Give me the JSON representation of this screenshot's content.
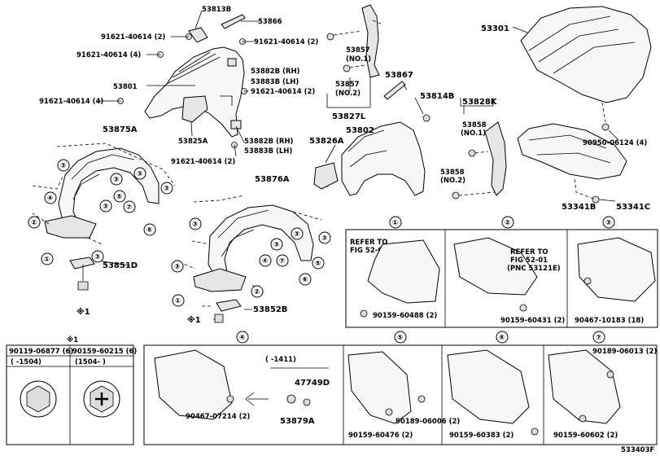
{
  "diagram_id": "53340​3F",
  "callout_labels": {
    "c53813b": "53813B",
    "c53866": "53866",
    "c91621_a": "91621-40614 (2)",
    "c91621_b": "91621-40614 (2)",
    "c91621_c": "91621-40614 (4)",
    "c91621_d": "91621-40614 (4)",
    "c91621_e": "91621-40614 (2)",
    "c91621_f": "91621-40614 (2)",
    "c53882b_rh_top": "53882B (RH)",
    "c53883b_lh_top": "53883B (LH)",
    "c53801": "53801",
    "c53825a": "53825A",
    "c53882b_rh_bot": "53882B (RH)",
    "c53883b_lh_bot": "53883B (LH)",
    "c53875a": "53875A",
    "c53851d": "53851D",
    "c53876a": "53876A",
    "c53852b": "53852B",
    "c53857_no1": "53857",
    "c53857_no1_sub": "(NO.1)",
    "c53857_no2": "53857",
    "c53857_no2_sub": "(NO.2)",
    "c53827l": "53827L",
    "c53867": "53867",
    "c53814b": "53814B",
    "c53802": "53802",
    "c53826a": "53826A",
    "c53828k": "53828K",
    "c53858_no1": "53858",
    "c53858_no1_sub": "(NO.1)",
    "c53858_no2": "53858",
    "c53858_no2_sub": "(NO.2)",
    "c53301": "53301",
    "c90950": "90950-06124 (4)",
    "c53341b": "53341B",
    "c53341c": "53341C",
    "c_note_1": "※1"
  },
  "ref_numbers": [
    "①",
    "②",
    "③",
    "④",
    "⑤",
    "⑥",
    "⑦"
  ],
  "detail_panels": {
    "p1": {
      "num": "①",
      "refer1": "REFER TO",
      "refer2": "FIG 52-01",
      "part": "90159-60488 (2)"
    },
    "p2": {
      "num": "②",
      "refer1": "REFER TO",
      "refer2": "FIG 52-01",
      "refer3": "(PNC 53121E)",
      "part": "90159-60431 (2)"
    },
    "p3": {
      "num": "③",
      "part": "90467-10183 (18)"
    },
    "p4": {
      "num": "④",
      "part_a": "90467-07214 (2)",
      "range": "( -1411)",
      "part_b": "47749D",
      "part_c": "53879A"
    },
    "p5": {
      "num": "⑤",
      "part_a": "90189-06006 (2)",
      "part_b": "90159-60476 (2)"
    },
    "p6": {
      "num": "⑥",
      "part": "90159-60383 (2)"
    },
    "p7": {
      "num": "⑦",
      "part_a": "90189-06013 (2)",
      "part_b": "90159-60602 (2)"
    }
  },
  "bolt_table": {
    "note": "※1",
    "col1_part": "90119-06877 (6)",
    "col1_range": "(  -1504)",
    "col2_part": "90159-60215 (6)",
    "col2_range": "(1504-  )"
  }
}
